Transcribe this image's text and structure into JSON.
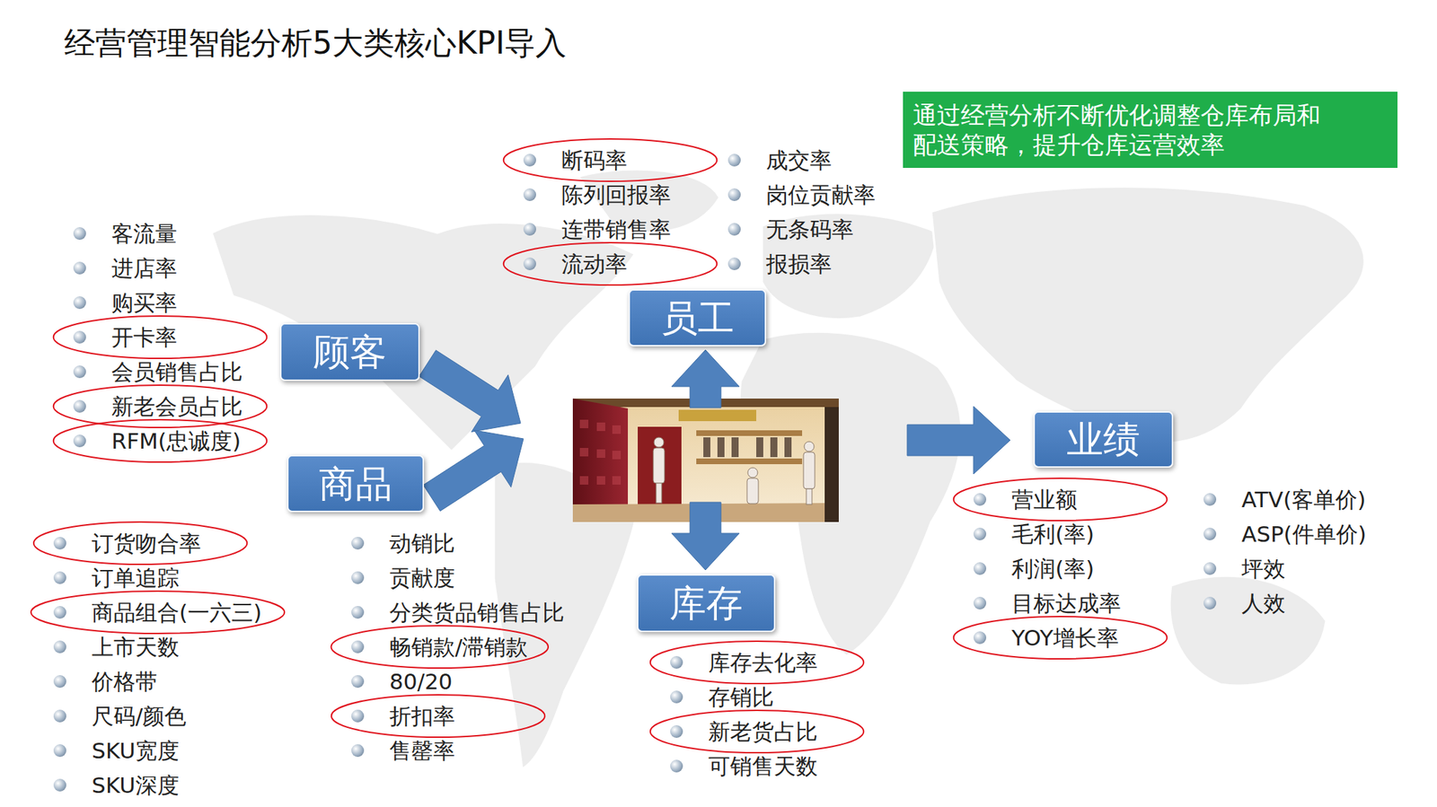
{
  "diagram": {
    "title": "经营管理智能分析5大类核心KPI导入",
    "nodes": [
      {
        "text": [
          "通过经营分析不断优化调整仓库布局和配送策略，提升仓库运营效率"
        ]
      },
      {
        "text": [
          "顾客"
        ]
      },
      {
        "text": [
          "商品"
        ]
      },
      {
        "text": [
          "员工"
        ]
      },
      {
        "text": [
          "库存"
        ]
      },
      {
        "text": [
          "业绩"
        ]
      }
    ],
    "labels": [
      "断码率",
      "陈列回报率",
      "连带销售率",
      "流动率",
      "成交率",
      "岗位贡献率",
      "无条码率",
      "报损率",
      "客流量",
      "进店率",
      "购买率",
      "开卡率",
      "会员销售占比",
      "新老会员占比",
      "RFM(忠诚度)",
      "订货吻合率",
      "订单追踪",
      "商品组合(一六三)",
      "上市天数",
      "价格带",
      "尺码/颜色",
      "SKU宽度",
      "SKU深度",
      "动销比",
      "贡献度",
      "分类货品销售占比",
      "畅销款/滞销款",
      "80/20",
      "折扣率",
      "售罄率",
      "库存去化率",
      "存销比",
      "新老货占比",
      "可销售天数",
      "营业额",
      "毛利(率)",
      "利润(率)",
      "目标达成率",
      "YOY增长率",
      "ATV(客单价)",
      "ASP(件单价)",
      "坪效",
      "人效"
    ]
  }
}
